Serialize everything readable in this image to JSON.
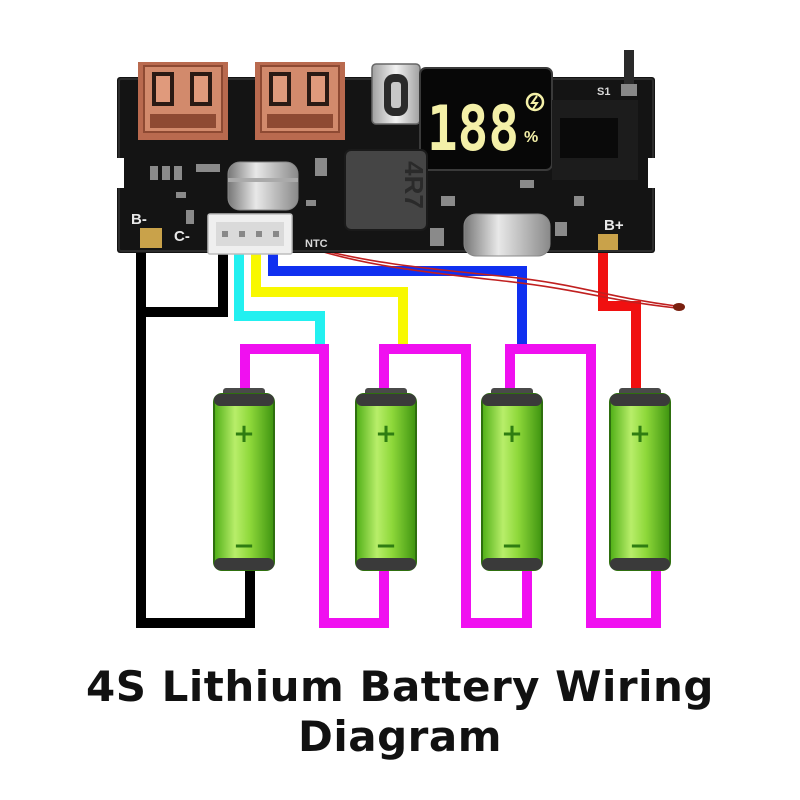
{
  "title": "4S Lithium Battery Wiring Diagram",
  "board": {
    "label_b_minus": "B-",
    "label_c_minus": "C-",
    "label_b_plus": "B+",
    "label_ntc": "NTC",
    "label_s1": "S1",
    "inductor_marking": "4R7",
    "display_digits": "188",
    "display_percent": "%"
  },
  "cells": [
    {
      "plus": "+",
      "minus": "−"
    },
    {
      "plus": "+",
      "minus": "−"
    },
    {
      "plus": "+",
      "minus": "−"
    },
    {
      "plus": "+",
      "minus": "−"
    }
  ],
  "wire_colors": {
    "ground": "#000000",
    "balance_1": "#22f0f0",
    "balance_2": "#f8f800",
    "balance_3": "#1030f0",
    "positive": "#f01010",
    "series_link": "#f010f0",
    "ntc_lead": "#c02020"
  }
}
